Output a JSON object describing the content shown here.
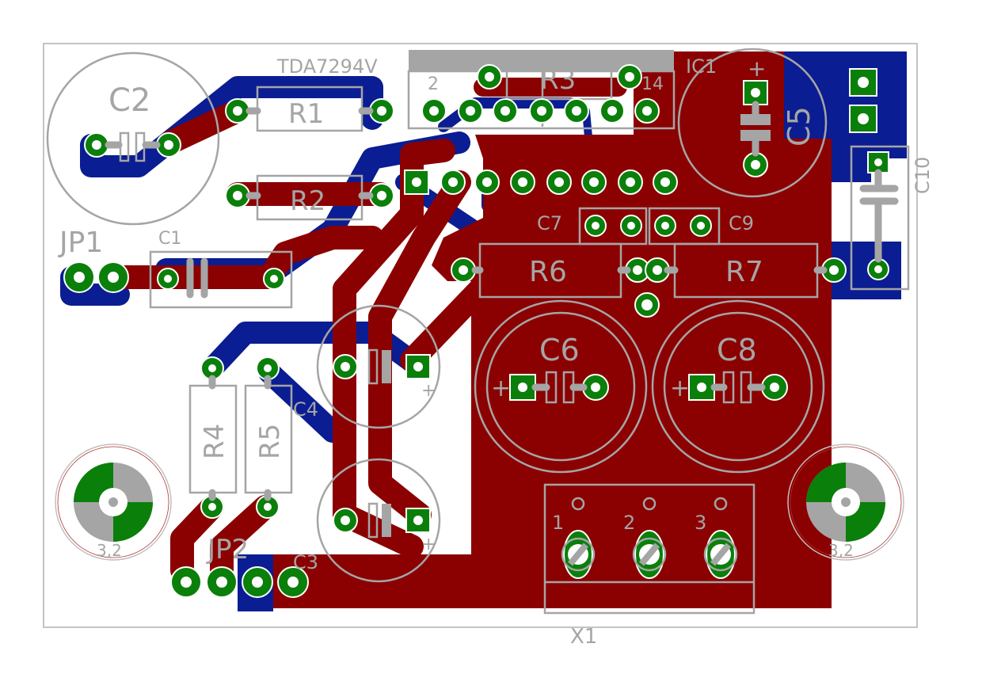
{
  "title": "TDA7294V amplifier PCB layout",
  "colors": {
    "top_copper": "#8b0000",
    "bottom_copper": "#0b1d92",
    "pad": "#0a7f0a",
    "silkscreen": "#a5a5a5",
    "board_outline": "#b0b0b0",
    "background": "#ffffff"
  },
  "labels": {
    "ic": "TDA7294V",
    "ic_ref": "IC1",
    "pin2": "2",
    "pin14": "14",
    "c1": "C1",
    "c2": "C2",
    "c3": "C3",
    "c4": "C4",
    "c5": "C5",
    "c6": "C6",
    "c7": "C7",
    "c8": "C8",
    "c9": "C9",
    "c10": "C10",
    "r1": "R1",
    "r2": "R2",
    "r3": "R3",
    "r4": "R4",
    "r5": "R5",
    "r6": "R6",
    "r7": "R7",
    "jp1": "JP1",
    "jp2": "JP2",
    "x1": "X1",
    "x1_pin1": "1",
    "x1_pin2": "2",
    "x1_pin3": "3",
    "hole_left": "3,2",
    "hole_right": "3,2",
    "plus": "+"
  }
}
